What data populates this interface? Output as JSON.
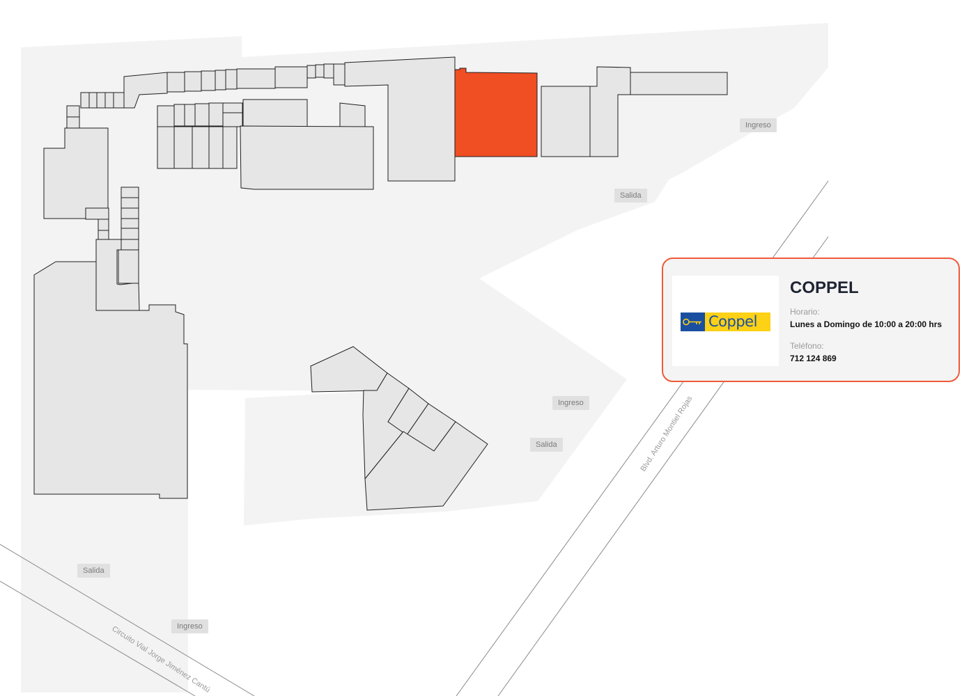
{
  "colors": {
    "selected_store": "#f04e23",
    "store_fill": "#e6e6e6",
    "plaza_fill": "#f3f3f3",
    "card_border": "#f0593a"
  },
  "labels": {
    "ingreso_1": "Ingreso",
    "salida_1": "Salida",
    "ingreso_2": "Ingreso",
    "salida_2": "Salida",
    "salida_3": "Salida",
    "ingreso_3": "Ingreso"
  },
  "roads": {
    "blvd": "Blvd. Arturo Montiel Rojas",
    "circuito": "Circuito Vial Jorge Jiménez Cantú"
  },
  "store_card": {
    "name": "COPPEL",
    "logo_text": "Coppel",
    "hours_label": "Horario:",
    "hours_value": "Lunes a Domingo de 10:00 a 20:00 hrs",
    "phone_label": "Teléfono:",
    "phone_value": "712 124 869"
  }
}
